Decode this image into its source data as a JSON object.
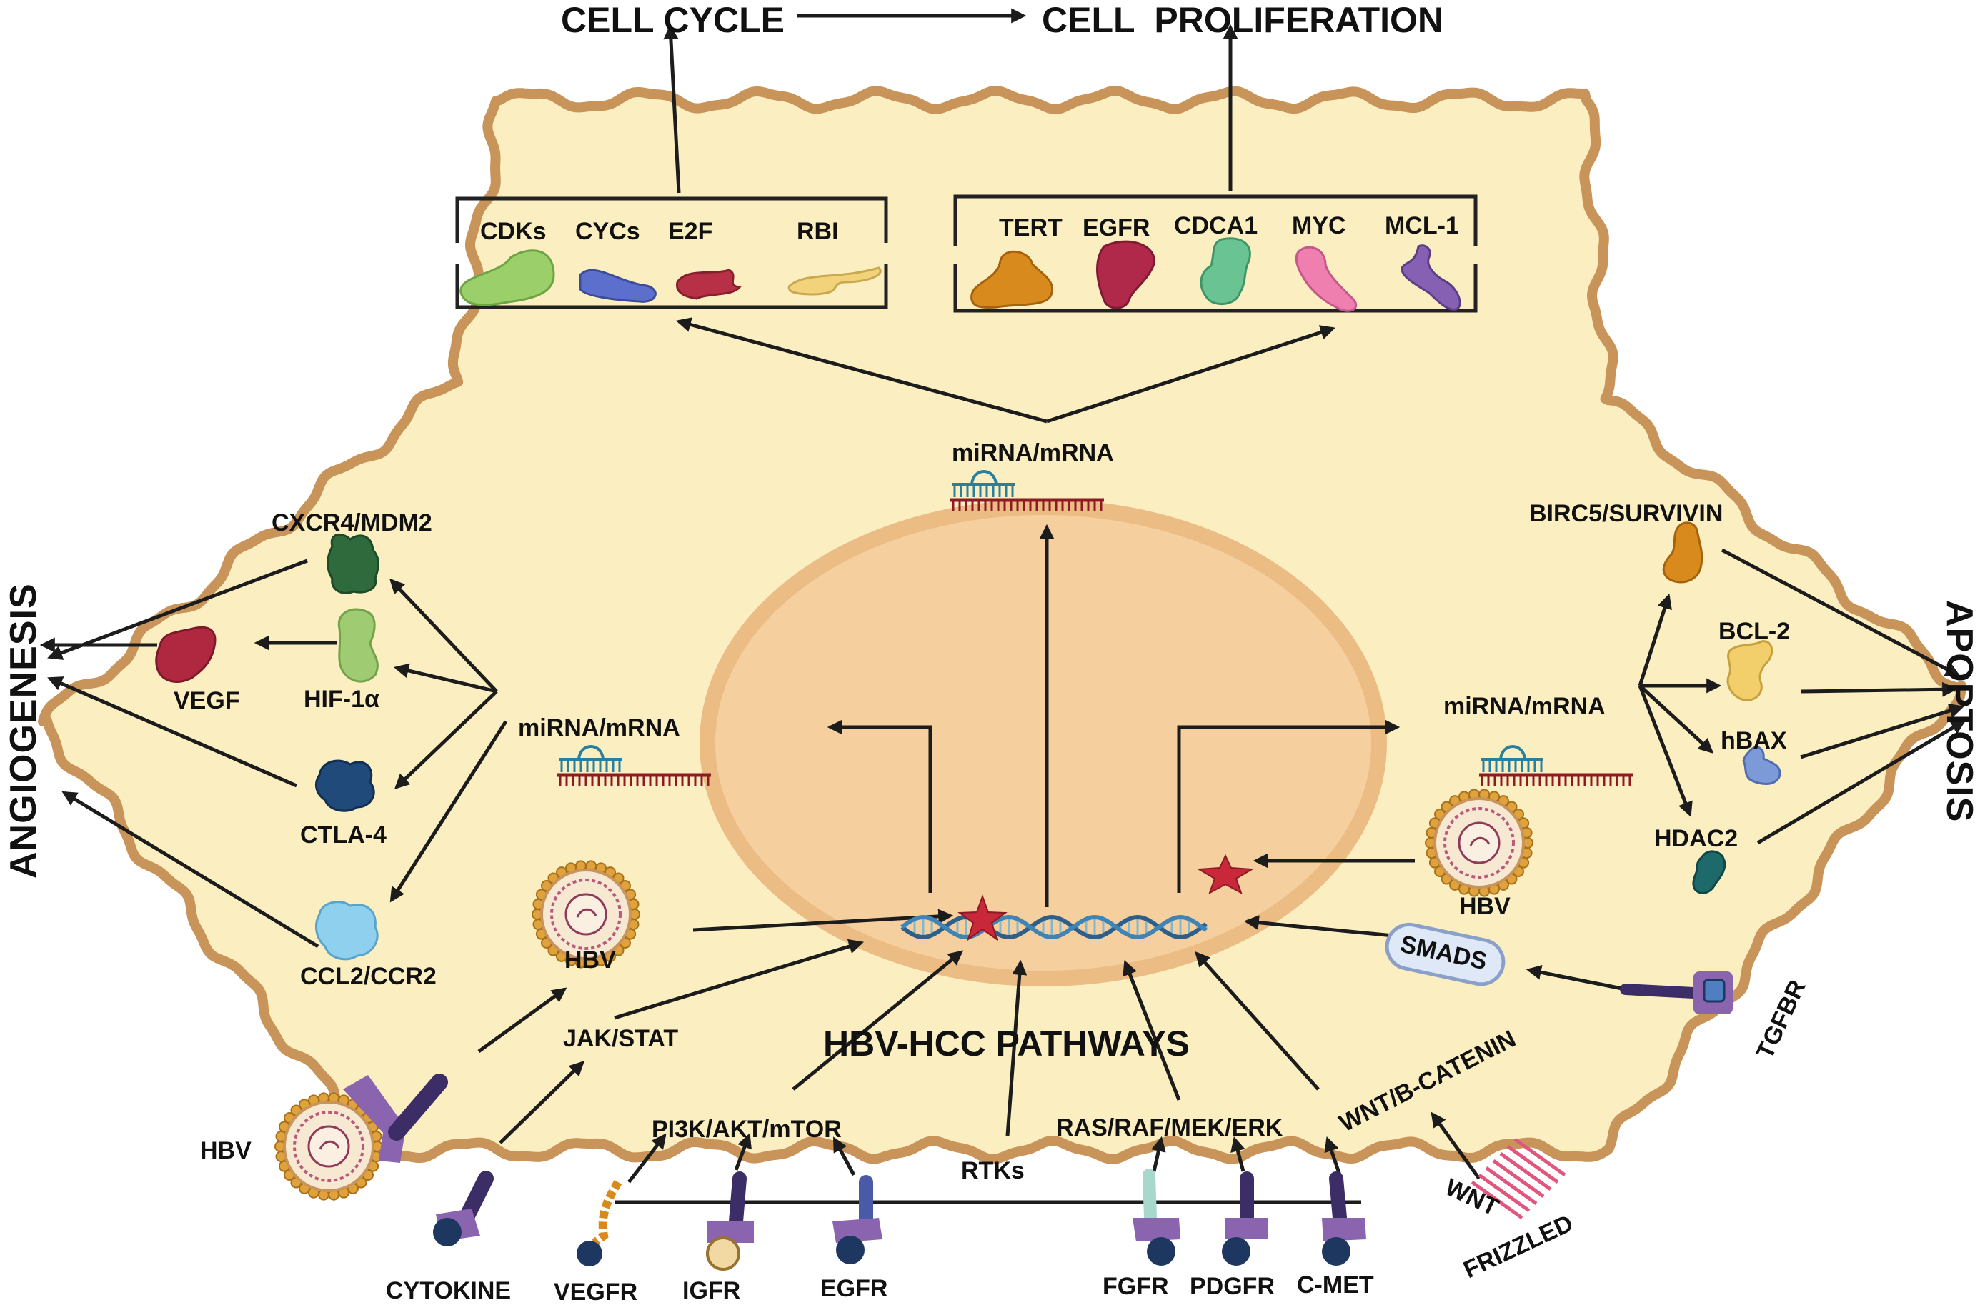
{
  "title": "HBV-HCC PATHWAYS",
  "outcomes": {
    "cell_cycle": "CELL CYCLE",
    "cell_proliferation": "CELL  PROLIFERATION",
    "angiogenesis": "ANGIOGENESIS",
    "apoptosis": "APOPTOSIS"
  },
  "cell_cycle_box": [
    "CDKs",
    "CYCs",
    "E2F",
    "RBI"
  ],
  "proliferation_box": [
    "TERT",
    "EGFR",
    "CDCA1",
    "MYC",
    "MCL-1"
  ],
  "angiogenesis_factors": {
    "cxcr4": "CXCR4/MDM2",
    "vegf": "VEGF",
    "hif": "HIF-1α",
    "ctla": "CTLA-4",
    "ccl2": "CCL2/CCR2"
  },
  "apoptosis_factors": {
    "birc5": "BIRC5/SURVIVIN",
    "bcl2": "BCL-2",
    "hbax": "hBAX",
    "hdac2": "HDAC2"
  },
  "mirna": {
    "top": "miRNA/mRNA",
    "left": "miRNA/mRNA",
    "right": "miRNA/mRNA"
  },
  "hbv_labels": {
    "inner_left": "HBV",
    "inner_right": "HBV",
    "outside": "HBV"
  },
  "pathways": {
    "jak": "JAK/STAT",
    "pi3k": "PI3K/AKT/mTOR",
    "rtks": "RTKs",
    "ras": "RAS/RAF/MEK/ERK",
    "wnt": "WNT/B-CATENIN",
    "smads": "SMADS"
  },
  "receptors": {
    "cytokine": "CYTOKINE",
    "vegfr": "VEGFR",
    "igfr": "IGFR",
    "egfr": "EGFR",
    "fgfr": "FGFR",
    "pdgfr": "PDGFR",
    "cmet": "C-MET",
    "wnt": "WNT",
    "frizzled": "FRIZZLED",
    "tgfbr": "TGFBR"
  },
  "colors": {
    "cytoplasm": "#fbefc2",
    "membrane": "#c9945a",
    "nucleus": "#f6cf9f",
    "nucleus_ring": "#ebbd84",
    "receptor_purple": "#8a64ae",
    "receptor_head": "#1e3761",
    "star": "#c8283a",
    "mirna_red": "#8e1b24",
    "mirna_blue": "#2b7f9e"
  }
}
